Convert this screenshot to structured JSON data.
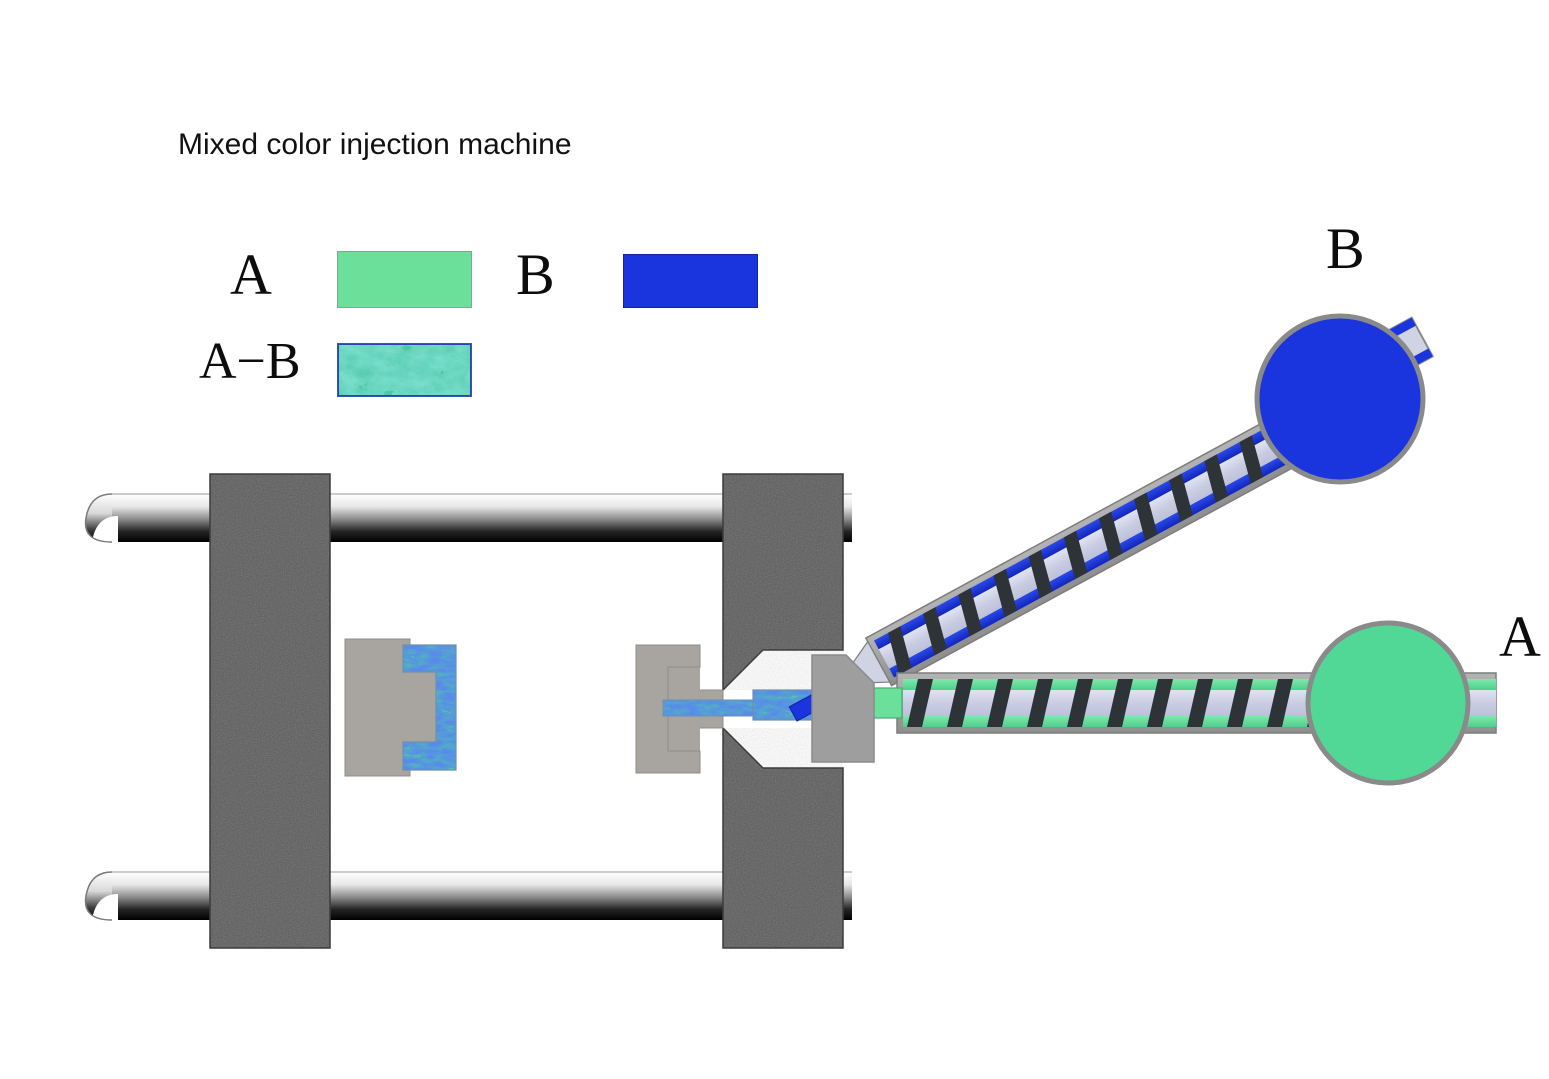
{
  "title": "Mixed color injection machine",
  "legend": {
    "items": [
      {
        "label": "A",
        "swatch": "solid-green",
        "color": "#6be09a"
      },
      {
        "label": "B",
        "swatch": "solid-blue",
        "color": "#1a35dd"
      },
      {
        "label": "A−B",
        "swatch": "mixed-marble",
        "color": "#4fc6a8"
      }
    ]
  },
  "machine": {
    "hoppers": [
      {
        "id": "B",
        "label": "B",
        "color": "#1a35dd",
        "material": "blue resin"
      },
      {
        "id": "A",
        "label": "A",
        "color": "#32cd8a",
        "material": "green resin"
      }
    ],
    "barrels": [
      {
        "id": "B",
        "angle_deg": -28,
        "strip_color": "#1a35dd",
        "core_color": "#c8cce0",
        "flights": 11
      },
      {
        "id": "A",
        "angle_deg": 0,
        "strip_color": "#6be09a",
        "core_color": "#c8cce0",
        "flights": 11
      }
    ],
    "mixing_block": {
      "color": "#9e9e9e",
      "shape": "pentagon"
    },
    "platen_color": "#5a5a5a",
    "mold_color": "#a8a5a0",
    "tie_bars": 2,
    "cavity_fill": "A−B mixed",
    "runner_fill": "A−B mixed"
  },
  "colors": {
    "green": "#6be09a",
    "blue": "#1a35dd",
    "mix_teal": "#4fc6a8",
    "platen": "#5a5a5a",
    "mold": "#a8a5a0",
    "steel": "#9e9e9e",
    "core": "#c8cce0",
    "flight": "#2e3338"
  }
}
